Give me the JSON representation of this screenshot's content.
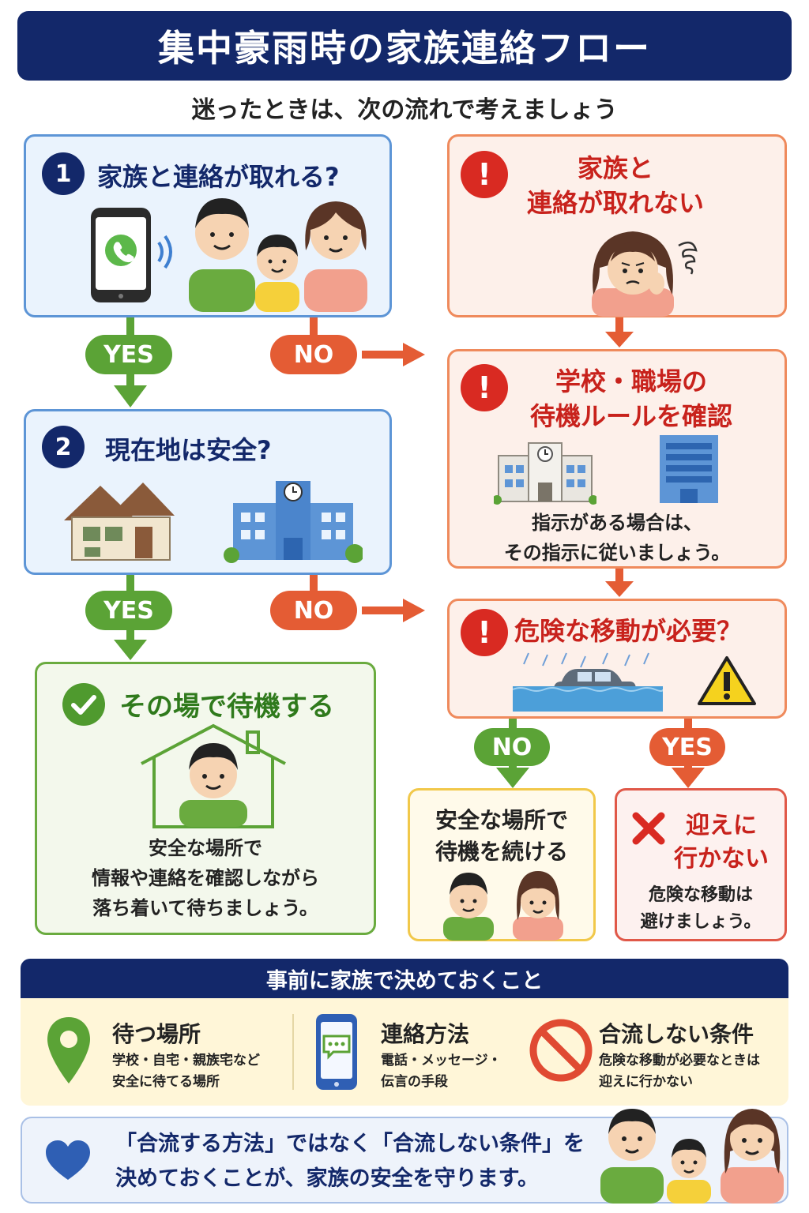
{
  "header": {
    "title": "集中豪雨時の家族連絡フロー",
    "subtitle": "迷ったときは、次の流れで考えましょう"
  },
  "step1": {
    "number": "1",
    "question": "家族と連絡が取れる?"
  },
  "step2": {
    "number": "2",
    "question": "現在地は安全?"
  },
  "no_contact": {
    "title_line1": "家族と",
    "title_line2": "連絡が取れない"
  },
  "check_rules": {
    "title_line1": "学校・職場の",
    "title_line2": "待機ルールを確認",
    "body_line1": "指示がある場合は、",
    "body_line2": "その指示に従いましょう。"
  },
  "danger_check": {
    "question": "危険な移動が必要？"
  },
  "wait_here": {
    "title": "その場で待機する",
    "body_line1": "安全な場所で",
    "body_line2": "情報や連絡を確認しながら",
    "body_line3": "落ち着いて待ちましょう。"
  },
  "keep_waiting": {
    "title_line1": "安全な場所で",
    "title_line2": "待機を続ける"
  },
  "no_pickup": {
    "title_line1": "迎えに",
    "title_line2": "行かない",
    "body_line1": "危険な移動は",
    "body_line2": "避けましょう。"
  },
  "labels": {
    "yes": "YES",
    "no": "NO"
  },
  "prep": {
    "header": "事前に家族で決めておくこと",
    "items": [
      {
        "title": "待つ場所",
        "desc_line1": "学校・自宅・親族宅など",
        "desc_line2": "安全に待てる場所"
      },
      {
        "title": "連絡方法",
        "desc_line1": "電話・メッセージ・",
        "desc_line2": "伝言の手段"
      },
      {
        "title": "合流しない条件",
        "desc_line1": "危険な移動が必要なときは",
        "desc_line2": "迎えに行かない"
      }
    ]
  },
  "note": {
    "line1": "「合流する方法」ではなく「合流しない条件」を",
    "line2": "決めておくことが、家族の安全を守ります。"
  },
  "colors": {
    "navy": "#13286a",
    "green": "#5ba336",
    "red": "#e45c34",
    "danger": "#d92a22"
  }
}
